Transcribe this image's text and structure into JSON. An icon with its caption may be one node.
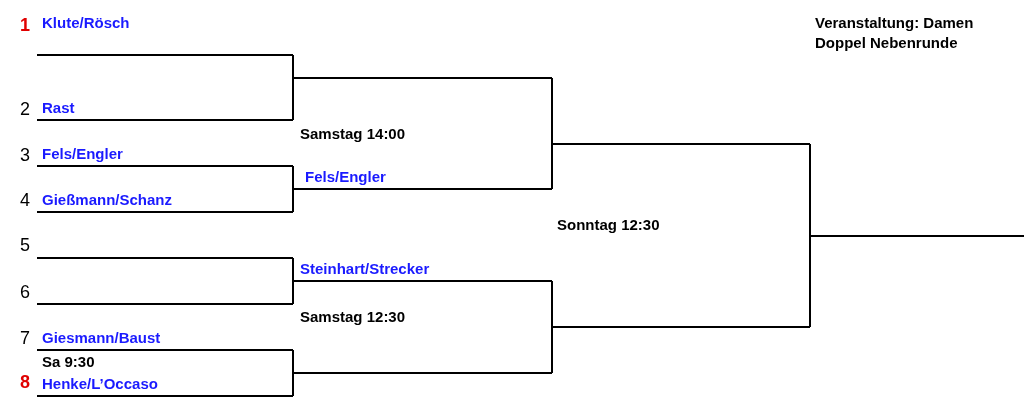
{
  "diagram": {
    "title": "Veranstaltung: Damen Doppel Nebenrunde",
    "nodes": [
      {
        "text": [
          "Klute/Rösch"
        ],
        "beside": [
          "1"
        ]
      },
      {
        "text": [
          "Rast"
        ],
        "beside": [
          "2"
        ]
      },
      {
        "text": [
          "Fels/Engler"
        ],
        "beside": [
          "3"
        ]
      },
      {
        "text": [
          "Gießmann/Schanz"
        ],
        "beside": [
          "4"
        ]
      },
      {
        "text": [],
        "shape": "line",
        "beside": [
          "5"
        ]
      },
      {
        "text": [],
        "shape": "line",
        "beside": [
          "6"
        ]
      },
      {
        "text": [
          "Giesmann/Baust"
        ],
        "beside": [
          "7"
        ]
      },
      {
        "text": [
          "Henke/L’Occaso"
        ],
        "beside": [
          "8"
        ]
      },
      {
        "text": [],
        "shape": "line"
      },
      {
        "text": [
          "Fels/Engler"
        ]
      },
      {
        "text": [
          "Steinhart/Strecker"
        ]
      },
      {
        "text": [],
        "shape": "line"
      },
      {
        "text": [],
        "shape": "line"
      },
      {
        "text": [],
        "shape": "line"
      },
      {
        "text": [],
        "shape": "line"
      }
    ],
    "edges": [
      {
        "from": 0,
        "to": 8,
        "arrow": "none"
      },
      {
        "from": 1,
        "to": 8,
        "arrow": "none"
      },
      {
        "from": 2,
        "to": 9,
        "arrow": "none"
      },
      {
        "from": 3,
        "to": 9,
        "arrow": "none"
      },
      {
        "from": 4,
        "to": 10,
        "arrow": "none"
      },
      {
        "from": 5,
        "to": 10,
        "arrow": "none"
      },
      {
        "from": 6,
        "to": 11,
        "arrow": "none"
      },
      {
        "from": 7,
        "to": 11,
        "arrow": "none"
      },
      {
        "from": 8,
        "to": 12,
        "arrow": "none"
      },
      {
        "from": 9,
        "to": 12,
        "arrow": "none"
      },
      {
        "from": 10,
        "to": 13,
        "arrow": "none"
      },
      {
        "from": 11,
        "to": 13,
        "arrow": "none"
      },
      {
        "from": 12,
        "to": 14,
        "arrow": "none"
      },
      {
        "from": 13,
        "to": 14,
        "arrow": "none"
      }
    ],
    "labels": [
      "Samstag 14:00",
      "Sonntag 12:30",
      "Samstag 12:30",
      "Sa 9:30"
    ]
  }
}
